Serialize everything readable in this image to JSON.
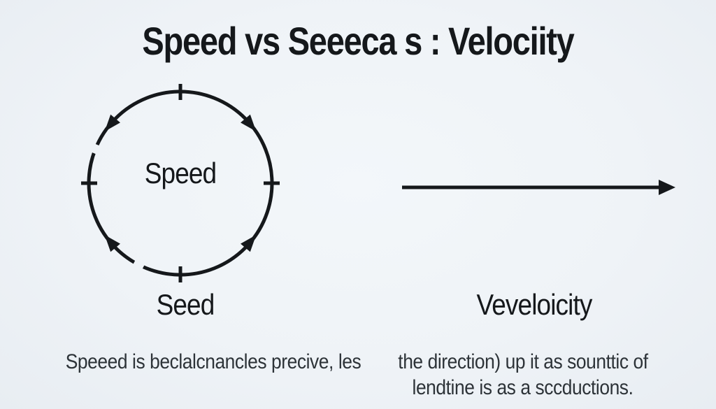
{
  "colors": {
    "background": "#eff3f7",
    "ink": "#15181b",
    "caption_ink": "#2d3338"
  },
  "title": {
    "text": "Speed vs Seeeca s : Velociity"
  },
  "circle_figure": {
    "icon": "circular-motion-icon",
    "center_label": "Speed",
    "caption": "Seed"
  },
  "arrow_figure": {
    "icon": "right-arrow-icon",
    "caption": "Veveloicity"
  },
  "footer": {
    "left_text": "Speeed is beclalcnancles precive, les",
    "right_line1": "the direction) up it as sounttic of",
    "right_line2": "lendtine is as a sccductions."
  }
}
